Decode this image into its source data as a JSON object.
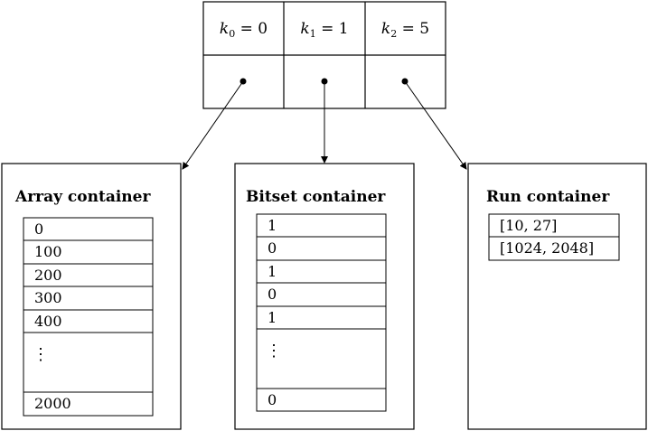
{
  "keys": [
    {
      "var": "k",
      "sub": "0",
      "value": "0"
    },
    {
      "var": "k",
      "sub": "1",
      "value": "1"
    },
    {
      "var": "k",
      "sub": "2",
      "value": "5"
    }
  ],
  "containers": [
    {
      "title": "Array container",
      "cells": [
        "0",
        "100",
        "200",
        "300",
        "400"
      ],
      "ellipsis": "⋮",
      "last": "2000"
    },
    {
      "title": "Bitset container",
      "cells": [
        "1",
        "0",
        "1",
        "0",
        "1"
      ],
      "ellipsis": "⋮",
      "last": "0"
    },
    {
      "title": "Run container",
      "cells": [
        "[10, 27]",
        "[1024, 2048]"
      ]
    }
  ]
}
